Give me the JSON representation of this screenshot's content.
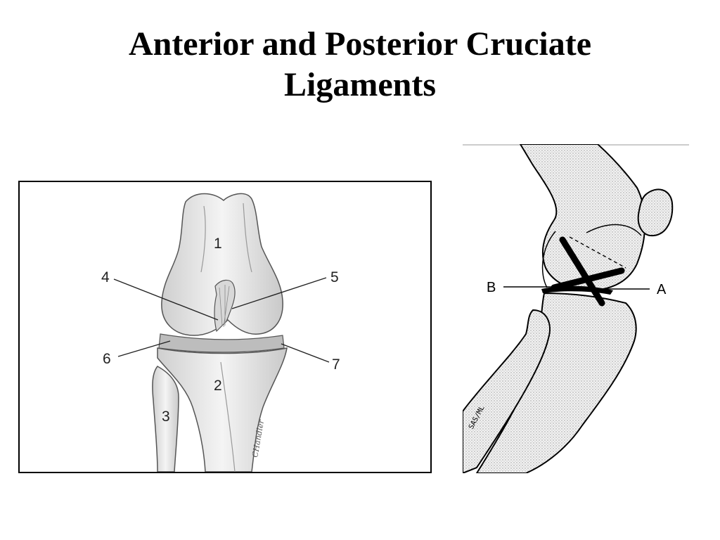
{
  "slide": {
    "title_line1": "Anterior and Posterior Cruciate",
    "title_line2": "Ligaments"
  },
  "left_figure": {
    "labels": [
      "1",
      "2",
      "3",
      "4",
      "5",
      "6",
      "7"
    ],
    "signature": "CHandler"
  },
  "right_figure": {
    "label_a": "A",
    "label_b": "B",
    "stamp": "SAS/ML"
  },
  "colors": {
    "bone_fill": "#e4e4e4",
    "stipple": "#9a9a9a",
    "ink": "#000000"
  }
}
